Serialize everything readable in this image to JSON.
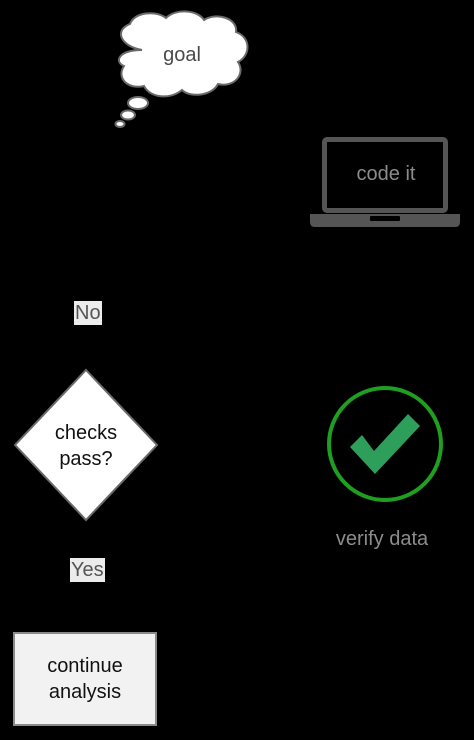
{
  "goal": {
    "label": "goal",
    "icon": "thought-cloud-icon"
  },
  "code": {
    "label": "code it",
    "icon": "laptop-icon"
  },
  "decision": {
    "label_line1": "checks",
    "label_line2": "pass?",
    "no_label": "No",
    "yes_label": "Yes"
  },
  "verify": {
    "label": "verify data",
    "icon": "check-circle-icon",
    "ring_color": "#1f9e1f",
    "check_color": "#2e9e5b"
  },
  "continue": {
    "label_line1": "continue",
    "label_line2": "analysis"
  },
  "colors": {
    "background": "#000000",
    "shape_fill": "#ffffff",
    "laptop_gray": "#555555"
  }
}
